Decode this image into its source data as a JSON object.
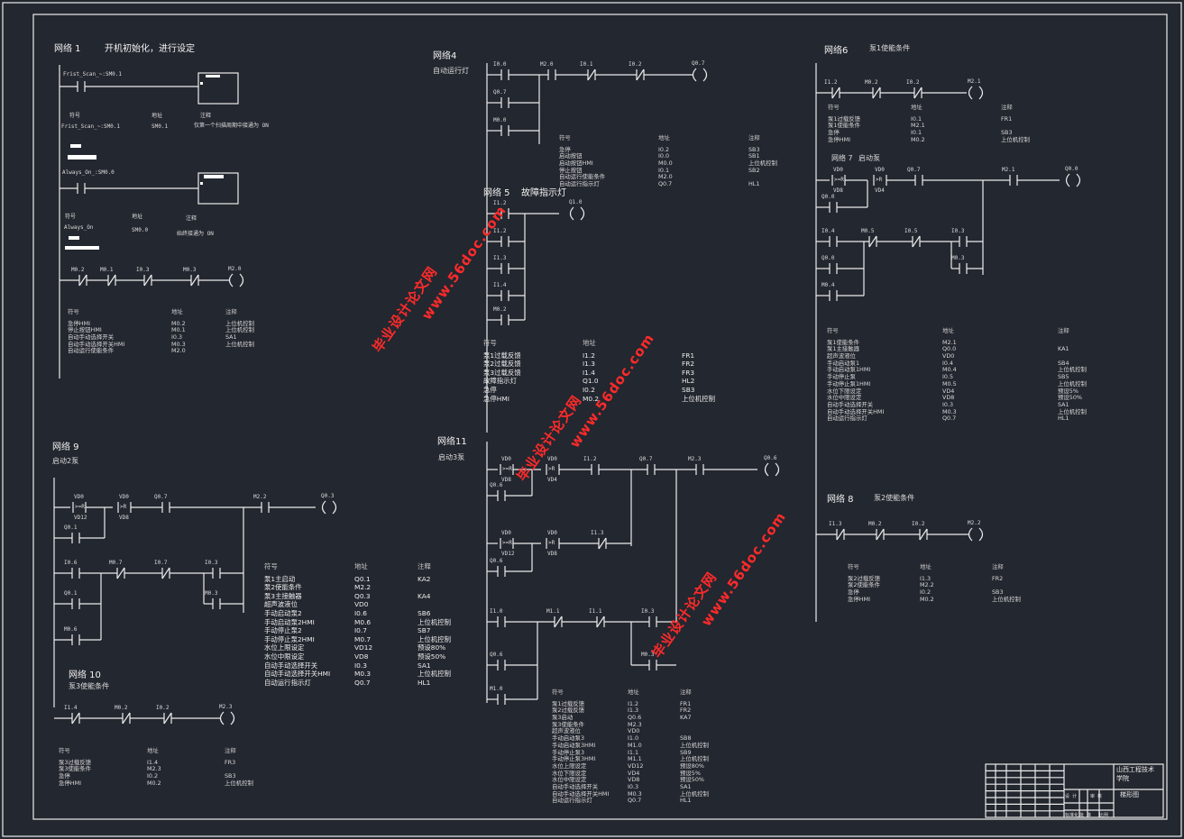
{
  "net1": {
    "title": "网络 1",
    "comment": "开机初始化，进行设定",
    "c1": "Frist_Scan_~:SM0.1",
    "c2": "Always_On_:SM0.0",
    "t1_hdr": [
      "符号",
      "地址",
      "注释"
    ],
    "t1_row": [
      "Frist_Scan_~:SM0.1",
      "SM0.1",
      "仅第一个扫描周期中接通为 ON"
    ],
    "t2_hdr": [
      "符号",
      "地址",
      "注释"
    ],
    "t2_row": [
      "Always_On",
      "SM0.0",
      "始终接通为 ON"
    ],
    "rung3": [
      "M0.2",
      "M0.1",
      "I0.3",
      "M0.3",
      "M2.0"
    ],
    "table": {
      "headers": [
        "符号",
        "地址",
        "注释"
      ],
      "rows": [
        [
          "急停HMI",
          "M0.2",
          "上位机控制"
        ],
        [
          "停止按钮HMI",
          "M0.1",
          "上位机控制"
        ],
        [
          "自动手动选择开关",
          "I0.3",
          "SA1"
        ],
        [
          "自动手动选择开关HMI",
          "M0.3",
          "上位机控制"
        ],
        [
          "自动运行使能条件",
          "M2.0",
          ""
        ]
      ]
    }
  },
  "net4": {
    "title": "网络4",
    "comment": "自动运行灯",
    "contacts": [
      "I0.0",
      "M2.0",
      "I0.1",
      "I0.2",
      "Q0.7",
      "Q0.7",
      "M0.0"
    ],
    "table": {
      "headers": [
        "符号",
        "地址",
        "注释"
      ],
      "rows": [
        [
          "急停",
          "I0.2",
          "SB3"
        ],
        [
          "启动按钮",
          "I0.0",
          "SB1"
        ],
        [
          "启动按钮HMI",
          "M0.0",
          "上位机控制"
        ],
        [
          "停止按钮",
          "I0.1",
          "SB2"
        ],
        [
          "自动运行使能条件",
          "M2.0",
          ""
        ],
        [
          "自动运行指示灯",
          "Q0.7",
          "HL1"
        ]
      ]
    }
  },
  "net5": {
    "title": "网络 5",
    "comment": "故障指示灯",
    "contacts": [
      "I1.2",
      "Q1.0",
      "I1.2",
      "I1.3",
      "I1.4",
      "M0.2"
    ],
    "table": {
      "headers": [
        "符号",
        "地址",
        ""
      ],
      "rows": [
        [
          "泵1过载反馈",
          "I1.2",
          "FR1"
        ],
        [
          "泵2过载反馈",
          "I1.3",
          "FR2"
        ],
        [
          "泵3过载反馈",
          "I1.4",
          "FR3"
        ],
        [
          "故障指示灯",
          "Q1.0",
          "HL2"
        ],
        [
          "急停",
          "I0.2",
          "SB3"
        ],
        [
          "急停HMI",
          "M0.2",
          "上位机控制"
        ]
      ]
    }
  },
  "net6": {
    "title": "网络6",
    "comment": "泵1使能条件",
    "contacts": [
      "I1.2",
      "M0.2",
      "I0.2",
      "M2.1"
    ],
    "table": {
      "headers": [
        "符号",
        "地址",
        "注释"
      ],
      "rows": [
        [
          "泵1过载反馈",
          "I0.1",
          "FR1"
        ],
        [
          "泵1使能条件",
          "M2.1",
          ""
        ],
        [
          "急停",
          "I0.1",
          "SB3"
        ],
        [
          "急停HMI",
          "M0.2",
          "上位机控制"
        ]
      ]
    }
  },
  "net7": {
    "title": "网络 7",
    "comment": "启动泵",
    "contacts": [
      "VD0",
      "VD8",
      "Q0.0",
      "VD0",
      "VD4",
      "Q0.7",
      "M2.1",
      "Q0.0",
      "I0.4",
      "M0.5",
      "I0.5",
      "I0.3",
      "Q0.0",
      "M0.3",
      "M0.4"
    ],
    "table": {
      "headers": [
        "符号",
        "地址",
        "注释"
      ],
      "rows": [
        [
          "泵1使能条件",
          "M2.1",
          ""
        ],
        [
          "泵1主接触器",
          "Q0.0",
          "KA1"
        ],
        [
          "超声波液位",
          "VD0",
          ""
        ],
        [
          "手动启动泵1",
          "I0.4",
          "SB4"
        ],
        [
          "手动启动泵1HMI",
          "M0.4",
          "上位机控制"
        ],
        [
          "手动停止泵",
          "I0.5",
          "SB5"
        ],
        [
          "手动停止泵1HMI",
          "M0.5",
          "上位机控制"
        ],
        [
          "水位下限设定",
          "VD4",
          "预设5%"
        ],
        [
          "水位中限设定",
          "VD8",
          "预设50%"
        ],
        [
          "自动手动选择开关",
          "I0.3",
          "SA1"
        ],
        [
          "自动手动选择开关HMI",
          "M0.3",
          "上位机控制"
        ],
        [
          "自动运行指示灯",
          "Q0.7",
          "HL1"
        ]
      ]
    }
  },
  "net8": {
    "title": "网络 8",
    "comment": "泵2使能条件",
    "contacts": [
      "I1.3",
      "M0.2",
      "I0.2",
      "M2.2"
    ],
    "table": {
      "headers": [
        "符号",
        "地址",
        "注释"
      ],
      "rows": [
        [
          "泵2过载反馈",
          "I1.3",
          "FR2"
        ],
        [
          "泵2使能条件",
          "M2.2",
          ""
        ],
        [
          "急停",
          "I0.2",
          "SB3"
        ],
        [
          "急停HMI",
          "M0.2",
          "上位机控制"
        ]
      ]
    }
  },
  "net9": {
    "title": "网络 9",
    "comment": "启动2泵",
    "contacts": [
      "VD0",
      "VD12",
      "VD0",
      "VD8",
      "Q0.7",
      "M2.2",
      "Q0.3",
      "Q0.1",
      "I0.6",
      "M0.7",
      "I0.7",
      "I0.3",
      "Q0.1",
      "M0.3",
      "M0.6"
    ],
    "table": {
      "headers": [
        "符号",
        "地址",
        "注释"
      ],
      "rows": [
        [
          "泵1主启动",
          "Q0.1",
          "KA2"
        ],
        [
          "泵2使能条件",
          "M2.2",
          ""
        ],
        [
          "泵3主接触器",
          "Q0.3",
          "KA4"
        ],
        [
          "超声波液位",
          "VD0",
          ""
        ],
        [
          "手动启动泵2",
          "I0.6",
          "SB6"
        ],
        [
          "手动启动泵2HMI",
          "M0.6",
          "上位机控制"
        ],
        [
          "手动停止泵2",
          "I0.7",
          "SB7"
        ],
        [
          "手动停止泵2HMI",
          "M0.7",
          "上位机控制"
        ],
        [
          "水位上限设定",
          "VD12",
          "预设80%"
        ],
        [
          "水位中限设定",
          "VD8",
          "预设50%"
        ],
        [
          "自动手动选择开关",
          "I0.3",
          "SA1"
        ],
        [
          "自动手动选择开关HMI",
          "M0.3",
          "上位机控制"
        ],
        [
          "自动运行指示灯",
          "Q0.7",
          "HL1"
        ]
      ]
    }
  },
  "net10": {
    "title": "网络 10",
    "comment": "泵3使能条件",
    "contacts": [
      "I1.4",
      "M0.2",
      "I0.2",
      "M2.3"
    ],
    "table": {
      "headers": [
        "符号",
        "地址",
        "注释"
      ],
      "rows": [
        [
          "泵3过载反馈",
          "I1.4",
          "FR3"
        ],
        [
          "泵3使能条件",
          "M2.3",
          ""
        ],
        [
          "急停",
          "I0.2",
          "SB3"
        ],
        [
          "急停HMI",
          "M0.2",
          "上位机控制"
        ]
      ]
    }
  },
  "net11": {
    "title": "网络11",
    "comment": "启动3泵",
    "contacts": [
      "VD0",
      "VD8",
      "Q0.6",
      "VD0",
      "VD4",
      "I1.2",
      "Q0.7",
      "M2.3",
      "Q0.6",
      "VD0",
      "VD12",
      "Q0.6",
      "VD0",
      "VD8",
      "I1.3",
      "I1.0",
      "M1.1",
      "I1.1",
      "I0.3",
      "Q0.6",
      "M0.3",
      "M1.0"
    ],
    "table": {
      "headers": [
        "符号",
        "地址",
        "注释"
      ],
      "rows": [
        [
          "泵1过载反馈",
          "I1.2",
          "FR1"
        ],
        [
          "泵2过载反馈",
          "I1.3",
          "FR2"
        ],
        [
          "泵3启动",
          "Q0.6",
          "KA7"
        ],
        [
          "泵3使能条件",
          "M2.3",
          ""
        ],
        [
          "超声波液位",
          "VD0",
          ""
        ],
        [
          "手动启动泵3",
          "I1.0",
          "SB8"
        ],
        [
          "手动启动泵3HMI",
          "M1.0",
          "上位机控制"
        ],
        [
          "手动停止泵3",
          "I1.1",
          "SB9"
        ],
        [
          "手动停止泵3HMI",
          "M1.1",
          "上位机控制"
        ],
        [
          "水位上限设定",
          "VD12",
          "预设80%"
        ],
        [
          "水位下限设定",
          "VD4",
          "预设5%"
        ],
        [
          "水位中限设定",
          "VD8",
          "预设50%"
        ],
        [
          "自动手动选择开关",
          "I0.3",
          "SA1"
        ],
        [
          "自动手动选择开关HMI",
          "M0.3",
          "上位机控制"
        ],
        [
          "自动运行指示灯",
          "Q0.7",
          "HL1"
        ]
      ]
    }
  },
  "watermark": {
    "text1": "毕业设计论文网",
    "text2": "www.56doc.com"
  },
  "titleblock": {
    "school": "山西工程技术学院",
    "drawing": "梯形图",
    "cells": [
      "设 计",
      "审 核",
      "标准化",
      "批 准",
      "比例",
      "共 页",
      "第 页"
    ]
  },
  "colors": {
    "bg": "#23272f",
    "line": "#ececec",
    "wm": "#ff2a2a"
  }
}
